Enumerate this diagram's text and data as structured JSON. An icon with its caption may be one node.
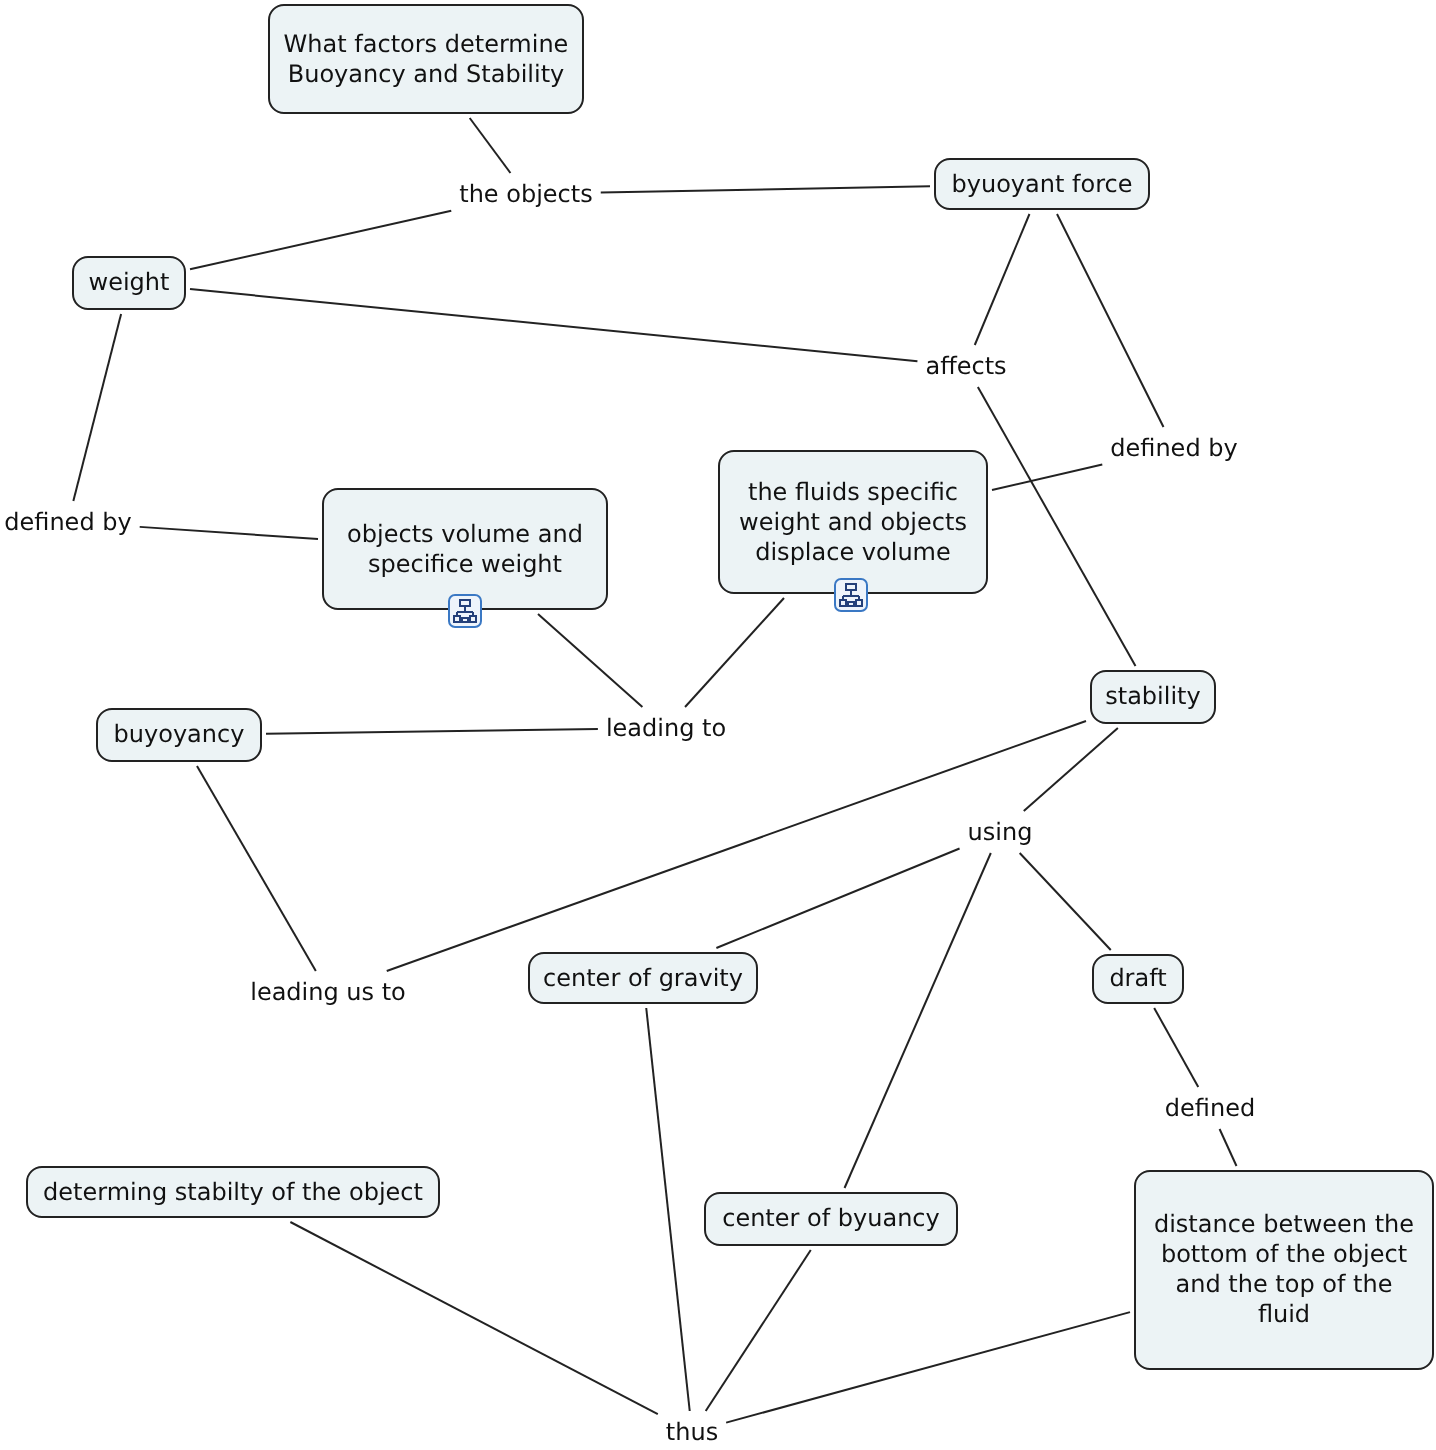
{
  "diagram": {
    "nodes": [
      {
        "text": [
          "What factors determine Buoyancy and Stability"
        ]
      },
      {
        "text": [
          "the objects"
        ]
      },
      {
        "text": [
          "byuoyant force"
        ]
      },
      {
        "text": [
          "weight"
        ]
      },
      {
        "text": [
          "affects"
        ]
      },
      {
        "text": [
          "defined by"
        ]
      },
      {
        "text": [
          "the fluids specific weight and objects displace volume"
        ]
      },
      {
        "text": [
          "defined by"
        ]
      },
      {
        "text": [
          "objects volume and specifice weight"
        ]
      },
      {
        "text": [
          "buyoyancy"
        ]
      },
      {
        "text": [
          "leading to"
        ]
      },
      {
        "text": [
          "stability"
        ]
      },
      {
        "text": [
          "using"
        ]
      },
      {
        "text": [
          "leading us to"
        ]
      },
      {
        "text": [
          "center of gravity"
        ]
      },
      {
        "text": [
          "draft"
        ]
      },
      {
        "text": [
          "defined"
        ]
      },
      {
        "text": [
          "determing stabilty of the object"
        ]
      },
      {
        "text": [
          "center of byuancy"
        ]
      },
      {
        "text": [
          "distance between the bottom of the object and the top of the fluid"
        ]
      },
      {
        "text": [
          "thus"
        ]
      }
    ],
    "edges": [
      {
        "from": 0,
        "to": 1,
        "arrow": "none"
      },
      {
        "from": 1,
        "to": 3,
        "arrow": "none"
      },
      {
        "from": 1,
        "to": 2,
        "arrow": "none"
      },
      {
        "from": 3,
        "to": 4,
        "arrow": "none"
      },
      {
        "from": 2,
        "to": 4,
        "arrow": "none"
      },
      {
        "from": 4,
        "to": 11,
        "arrow": "none"
      },
      {
        "from": 2,
        "to": 5,
        "arrow": "none"
      },
      {
        "from": 5,
        "to": 6,
        "arrow": "none"
      },
      {
        "from": 3,
        "to": 7,
        "arrow": "none"
      },
      {
        "from": 7,
        "to": 8,
        "arrow": "none"
      },
      {
        "from": 8,
        "to": 10,
        "arrow": "none"
      },
      {
        "from": 6,
        "to": 10,
        "arrow": "none"
      },
      {
        "from": 10,
        "to": 9,
        "arrow": "none"
      },
      {
        "from": 9,
        "to": 13,
        "arrow": "none"
      },
      {
        "from": 11,
        "to": 13,
        "arrow": "none"
      },
      {
        "from": 11,
        "to": 12,
        "arrow": "none"
      },
      {
        "from": 12,
        "to": 14,
        "arrow": "none"
      },
      {
        "from": 12,
        "to": 18,
        "arrow": "none"
      },
      {
        "from": 12,
        "to": 15,
        "arrow": "none"
      },
      {
        "from": 15,
        "to": 16,
        "arrow": "none"
      },
      {
        "from": 16,
        "to": 19,
        "arrow": "none"
      },
      {
        "from": 17,
        "to": 20,
        "arrow": "none"
      },
      {
        "from": 14,
        "to": 20,
        "arrow": "none"
      },
      {
        "from": 18,
        "to": 20,
        "arrow": "none"
      },
      {
        "from": 19,
        "to": 20,
        "arrow": "none"
      }
    ]
  }
}
